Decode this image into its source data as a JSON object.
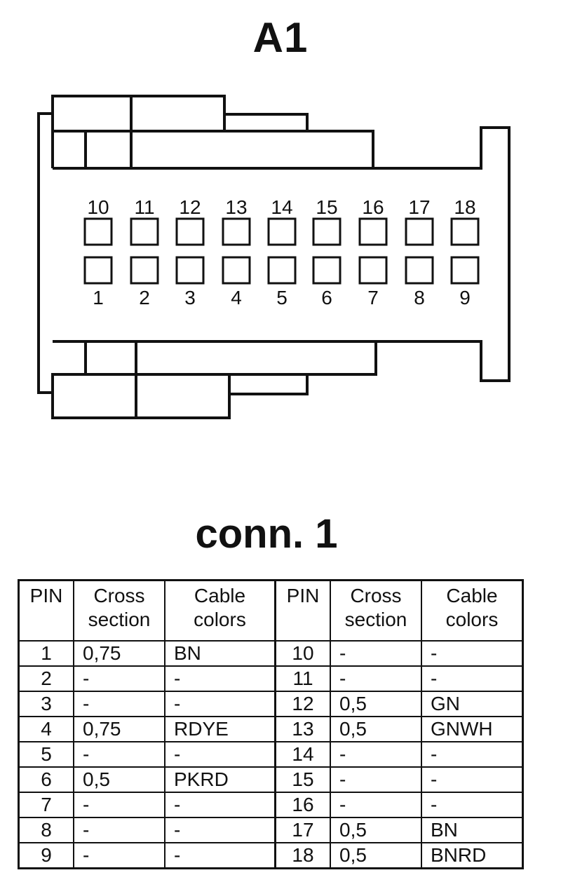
{
  "title": "A1",
  "connector": {
    "top_row": [
      "10",
      "11",
      "12",
      "13",
      "14",
      "15",
      "16",
      "17",
      "18"
    ],
    "bottom_row": [
      "1",
      "2",
      "3",
      "4",
      "5",
      "6",
      "7",
      "8",
      "9"
    ]
  },
  "table_title": "conn. 1",
  "table": {
    "headers": [
      "PIN",
      "Cross section",
      "Cable colors",
      "PIN",
      "Cross section",
      "Cable colors"
    ],
    "rows": [
      [
        "1",
        "0,75",
        "BN",
        "10",
        "-",
        "-"
      ],
      [
        "2",
        "-",
        "-",
        "11",
        "-",
        "-"
      ],
      [
        "3",
        "-",
        "-",
        "12",
        "0,5",
        "GN"
      ],
      [
        "4",
        "0,75",
        "RDYE",
        "13",
        "0,5",
        "GNWH"
      ],
      [
        "5",
        "-",
        "-",
        "14",
        "-",
        "-"
      ],
      [
        "6",
        "0,5",
        "PKRD",
        "15",
        "-",
        "-"
      ],
      [
        "7",
        "-",
        "-",
        "16",
        "-",
        "-"
      ],
      [
        "8",
        "-",
        "-",
        "17",
        "0,5",
        "BN"
      ],
      [
        "9",
        "-",
        "-",
        "18",
        "0,5",
        "BNRD"
      ]
    ]
  }
}
